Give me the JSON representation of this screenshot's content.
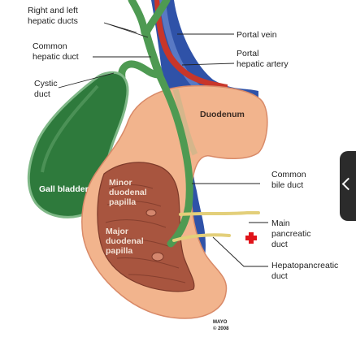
{
  "labels": {
    "right_left_hepatic_ducts": [
      "Right and left",
      "hepatic ducts"
    ],
    "common_hepatic_duct": [
      "Common",
      "hepatic duct"
    ],
    "cystic_duct": [
      "Cystic",
      "duct"
    ],
    "portal_vein": "Portal vein",
    "portal_hepatic_artery": [
      "Portal",
      "hepatic artery"
    ],
    "duodenum": "Duodenum",
    "gall_bladder": "Gall bladder",
    "minor_duodenal_papilla": [
      "Minor",
      "duodenal",
      "papilla"
    ],
    "major_duodenal_papilla": [
      "Major",
      "duodenal",
      "papilla"
    ],
    "common_bile_duct": [
      "Common",
      "bile duct"
    ],
    "main_pancreatic_duct": [
      "Main",
      "pancreatic",
      "duct"
    ],
    "hepatopancreatic_duct": [
      "Hepatopancreatic",
      "duct"
    ]
  },
  "credit": [
    "MAYO",
    "© 2008"
  ],
  "colors": {
    "gallbladder": "#2e7a3c",
    "bile_duct": "#4e9a52",
    "portal_vein": "#2f52a8",
    "artery": "#c8362a",
    "duodenum": "#f2b48d",
    "pancreatic_duct": "#e3cf7a",
    "marker": "#e0141a"
  },
  "icons": [
    "side-handle-chevron-icon",
    "red-cross-marker-icon"
  ]
}
